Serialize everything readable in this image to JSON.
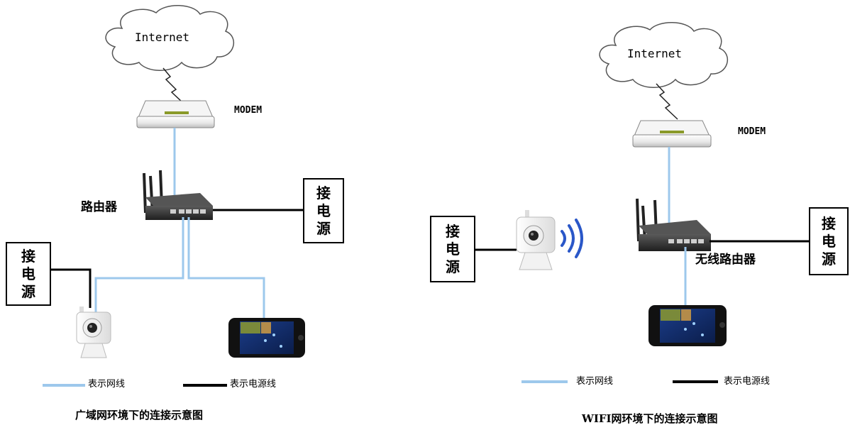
{
  "left": {
    "internet": "Internet",
    "modem": "MODEM",
    "router": "路由器",
    "power_right": "接电源",
    "power_left": "接电源",
    "legend_network": "表示网线",
    "legend_power": "表示电源线",
    "caption": "广域网环境下的连接示意图"
  },
  "right": {
    "internet": "Internet",
    "modem": "MODEM",
    "router": "无线路由器",
    "power_right": "接电源",
    "power_left": "接电源",
    "legend_network": "表示网线",
    "legend_power": "表示电源线",
    "caption": "WIFI网环境下的连接示意图"
  },
  "colors": {
    "network_line": "#9DC8EC",
    "power_line": "#000000",
    "wifi_waves": "#2A57C8"
  }
}
